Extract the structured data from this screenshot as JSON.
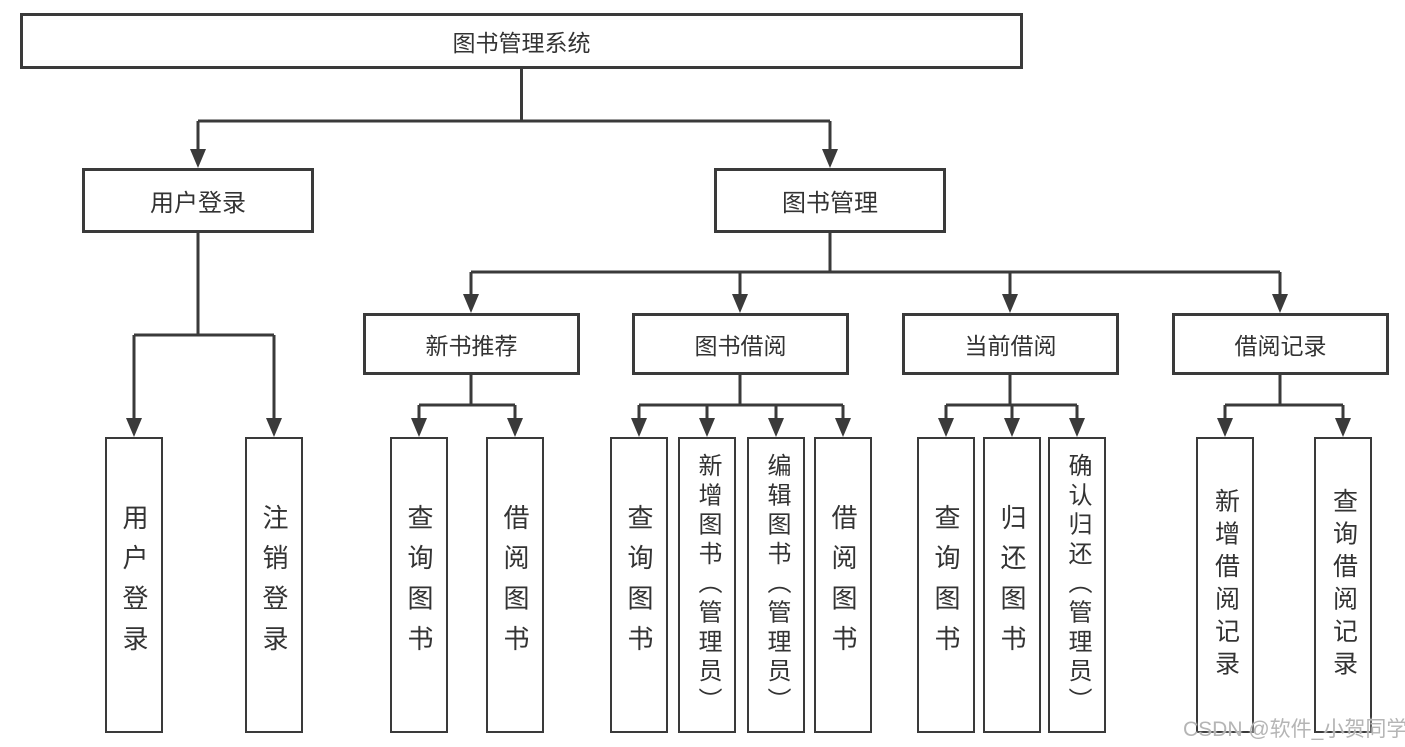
{
  "diagram": {
    "nodes": {
      "root": "图书管理系统",
      "l2": [
        "用户登录",
        "图书管理"
      ],
      "l3": [
        "新书推荐",
        "图书借阅",
        "当前借阅",
        "借阅记录"
      ],
      "leaves": {
        "user_login": [
          "用户登录",
          "注销登录"
        ],
        "new_books": [
          "查询图书",
          "借阅图书"
        ],
        "book_borrow": [
          "查询图书",
          "新增图书（管理员）",
          "编辑图书（管理员）",
          "借阅图书"
        ],
        "current_borrow": [
          "查询图书",
          "归还图书",
          "确认归还（管理员）"
        ],
        "borrow_records": [
          "新增借阅记录",
          "查询借阅记录"
        ]
      }
    },
    "watermark": "CSDN @软件_小贺同学",
    "colors": {
      "line": "#3a3a3a",
      "text": "#333333",
      "watermark": "#b5b5b5",
      "background": "#ffffff"
    }
  }
}
